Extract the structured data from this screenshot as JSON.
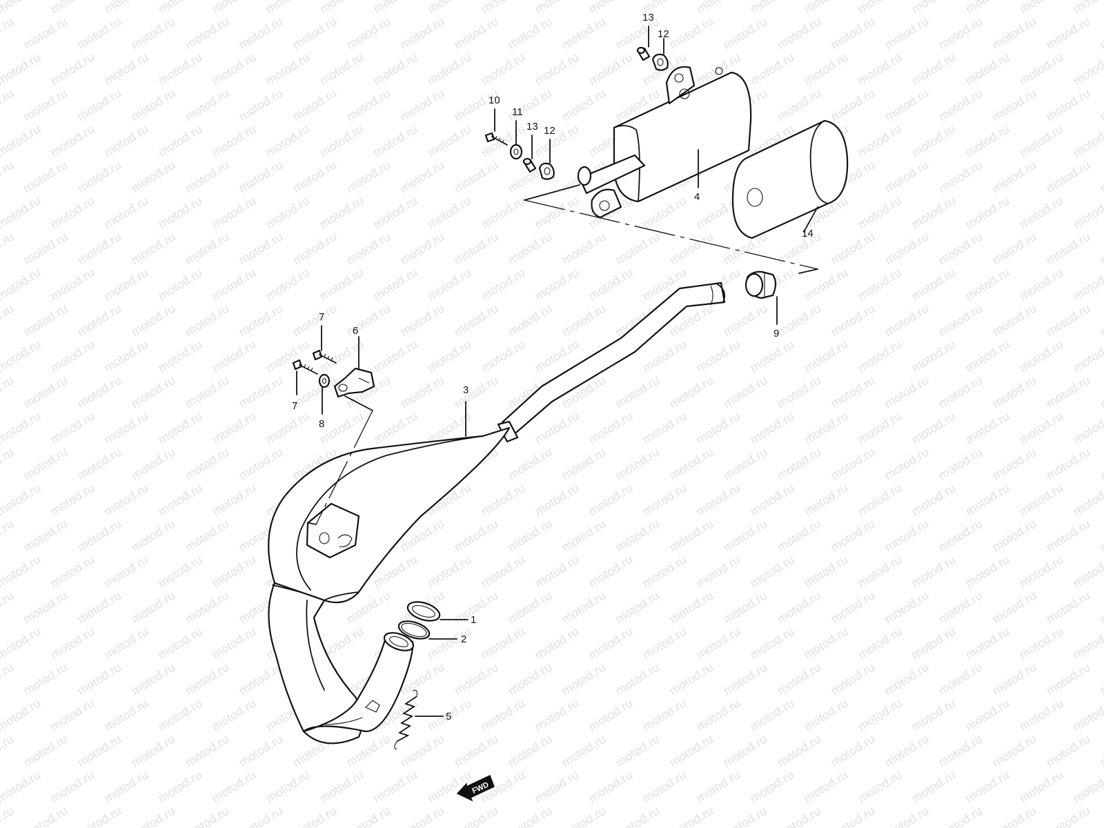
{
  "watermark": {
    "text": "motod.ru"
  },
  "fwd_label": "FWD",
  "callouts": {
    "c1": "1",
    "c2": "2",
    "c3": "3",
    "c4": "4",
    "c5": "5",
    "c6": "6",
    "c7a": "7",
    "c7b": "7",
    "c8": "8",
    "c9": "9",
    "c10": "10",
    "c11": "11",
    "c12a": "12",
    "c12b": "12",
    "c13a": "13",
    "c13b": "13",
    "c14": "14"
  }
}
